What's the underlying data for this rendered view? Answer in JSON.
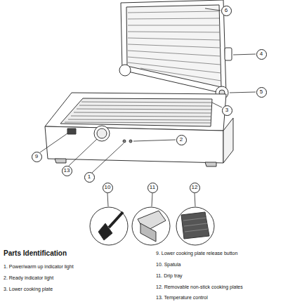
{
  "diagram": {
    "nodes": [
      {
        "text": [
          "6"
        ]
      },
      {
        "text": [
          "4"
        ]
      },
      {
        "text": [
          "5"
        ]
      },
      {
        "text": [
          "3"
        ]
      },
      {
        "text": [
          "2"
        ]
      },
      {
        "text": [
          "9"
        ]
      },
      {
        "text": [
          "13"
        ]
      },
      {
        "text": [
          "1"
        ]
      },
      {
        "text": [
          "10"
        ]
      },
      {
        "text": [
          "11"
        ]
      },
      {
        "text": [
          "12"
        ]
      }
    ],
    "labels": [
      "Parts Identification",
      "1. Power/warm up indicator light",
      "2. Ready indicator light",
      "3. Lower cooking plate",
      "9. Lower cooking plate release button",
      "10. Spatula",
      "11. Drip tray",
      "12. Removable non-stick cooking plates",
      "13. Temperature control"
    ]
  }
}
